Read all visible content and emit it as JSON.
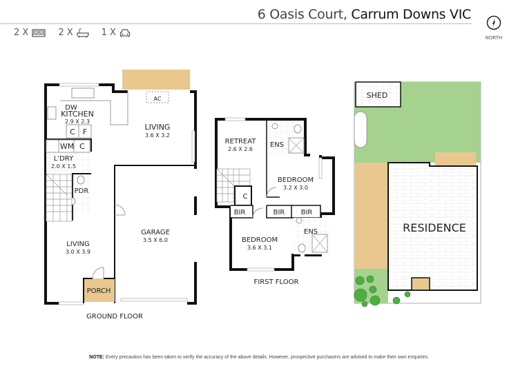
{
  "header": {
    "street": "6 Oasis Court,",
    "suburb": "Carrum Downs VIC",
    "north_label": "NORTH",
    "north_icon": "compass-north-icon"
  },
  "features": [
    {
      "count": "2 X",
      "icon": "bed-icon"
    },
    {
      "count": "2 X",
      "icon": "bath-icon"
    },
    {
      "count": "1 X",
      "icon": "car-icon"
    }
  ],
  "ground_floor": {
    "title": "GROUND FLOOR",
    "rooms": {
      "kitchen": {
        "name": "KITCHEN",
        "dims": "2.9 X 2.3"
      },
      "living_top": {
        "name": "LIVING",
        "dims": "3.6 X 3.2"
      },
      "laundry": {
        "name": "L'DRY",
        "dims": "2.0 X 1.5"
      },
      "garage": {
        "name": "GARAGE",
        "dims": "3.5 X 6.0"
      },
      "living": {
        "name": "LIVING",
        "dims": "3.0 X 3.9"
      },
      "porch": {
        "name": "PORCH"
      },
      "pdr": {
        "name": "PDR"
      }
    },
    "labels": {
      "dw": "DW",
      "ac": "AC",
      "c1": "C",
      "f": "F",
      "wm": "WM",
      "c2": "C"
    }
  },
  "first_floor": {
    "title": "FIRST FLOOR",
    "rooms": {
      "retreat": {
        "name": "RETREAT",
        "dims": "2.6 X 2.6"
      },
      "ens1": {
        "name": "ENS"
      },
      "bedroom1": {
        "name": "BEDROOM",
        "dims": "3.2 X 3.0"
      },
      "bedroom2": {
        "name": "BEDROOM",
        "dims": "3.6 X 3.1"
      },
      "ens2": {
        "name": "ENS"
      }
    },
    "labels": {
      "c": "C",
      "bir1": "BIR",
      "bir2": "BIR",
      "bir3": "BIR"
    }
  },
  "site_plan": {
    "shed": "SHED",
    "residence": "RESIDENCE"
  },
  "colors": {
    "wall": "#111111",
    "deck": "#e8c88f",
    "grass": "#a5d28e",
    "tree": "#4caf3f"
  },
  "note": {
    "label": "NOTE:",
    "text": "Every precaution has been taken to verify the accuracy of the above details. However, prospective purchasers are advised to make their own enquiries."
  }
}
